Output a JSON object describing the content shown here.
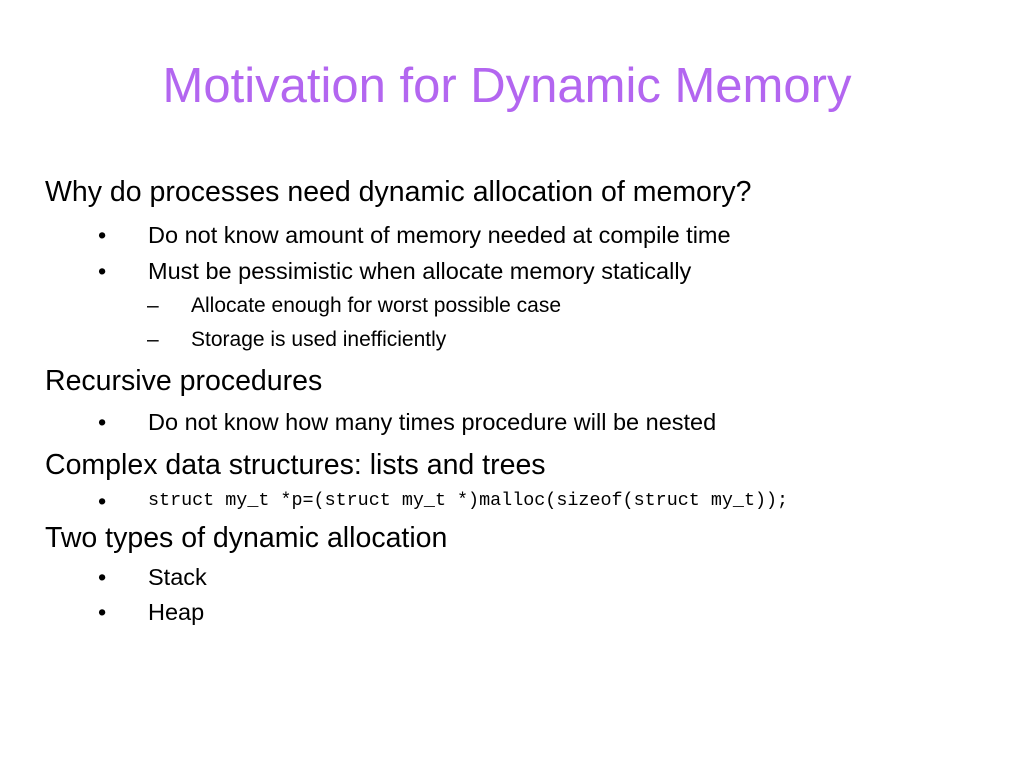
{
  "slide": {
    "title": "Motivation for Dynamic Memory",
    "items": [
      {
        "level": 1,
        "text": "Why do processes need dynamic allocation of memory?"
      },
      {
        "level": 2,
        "marker": "•",
        "text": "Do not know amount of memory needed at compile time"
      },
      {
        "level": 2,
        "marker": "•",
        "text": "Must be pessimistic when allocate memory statically"
      },
      {
        "level": 3,
        "marker": "–",
        "text": "Allocate enough for worst possible case"
      },
      {
        "level": 3,
        "marker": "–",
        "text": "Storage is used inefficiently"
      },
      {
        "level": 1,
        "text": "Recursive procedures"
      },
      {
        "level": 2,
        "marker": "•",
        "text": "Do not know how many times procedure will be nested"
      },
      {
        "level": 1,
        "text": "Complex data structures: lists and trees"
      },
      {
        "level": 2,
        "marker": "•",
        "text": "struct my_t *p=(struct my_t *)malloc(sizeof(struct my_t));"
      },
      {
        "level": 1,
        "text": "Two types of dynamic allocation"
      },
      {
        "level": 2,
        "marker": "•",
        "text": "Stack"
      },
      {
        "level": 2,
        "marker": "•",
        "text": "Heap"
      }
    ]
  }
}
